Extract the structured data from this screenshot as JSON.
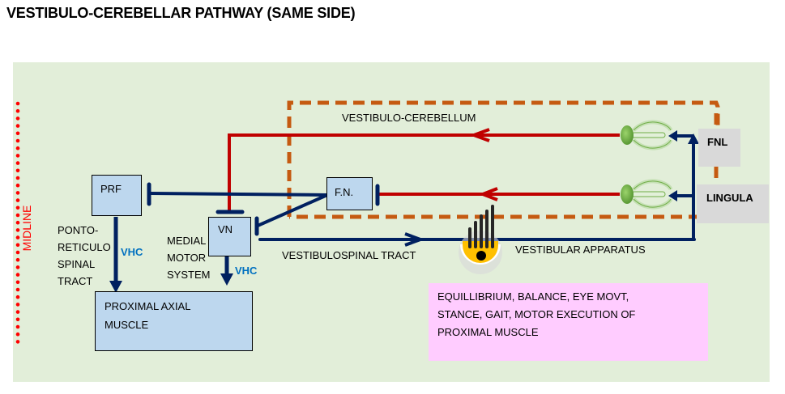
{
  "title": "VESTIBULO-CEREBELLAR PATHWAY (SAME SIDE)",
  "midline_label": "MIDLINE",
  "colors": {
    "panel_bg": "#e2eed9",
    "nucleus_box": "#bdd7ee",
    "blue_pathway": "#002060",
    "red_pathway": "#c00000",
    "cerebellum_border": "#c55a11",
    "midline_dots": "#ff0000",
    "vhc_text": "#0070c0",
    "function_box": "#ffccff",
    "region_label_box": "#d9d9d9"
  },
  "nodes": {
    "prf": "PRF",
    "vn": "VN",
    "fn": "F.N.",
    "proximal_axial_muscle": [
      "PROXIMAL  AXIAL",
      "MUSCLE"
    ],
    "fnl": "FNL",
    "lingula": "LINGULA"
  },
  "labels": {
    "pontoreticulospinal": [
      "PONTO-",
      "RETICULO",
      "SPINAL",
      "TRACT"
    ],
    "medial_motor_system": [
      "MEDIAL",
      "MOTOR",
      "SYSTEM"
    ],
    "vhc_left": "VHC",
    "vhc_right": "VHC",
    "vestibulo_cerebellum": "VESTIBULO-CEREBELLUM",
    "vestibulospinal_tract": "VESTIBULOSPINAL TRACT",
    "vestibular_apparatus": "VESTIBULAR APPARATUS"
  },
  "functions_box": [
    "EQUILLIBRIUM, BALANCE, EYE MOVT,",
    "STANCE,  GAIT, MOTOR  EXECUTION OF",
    "PROXIMAL  MUSCLE"
  ]
}
